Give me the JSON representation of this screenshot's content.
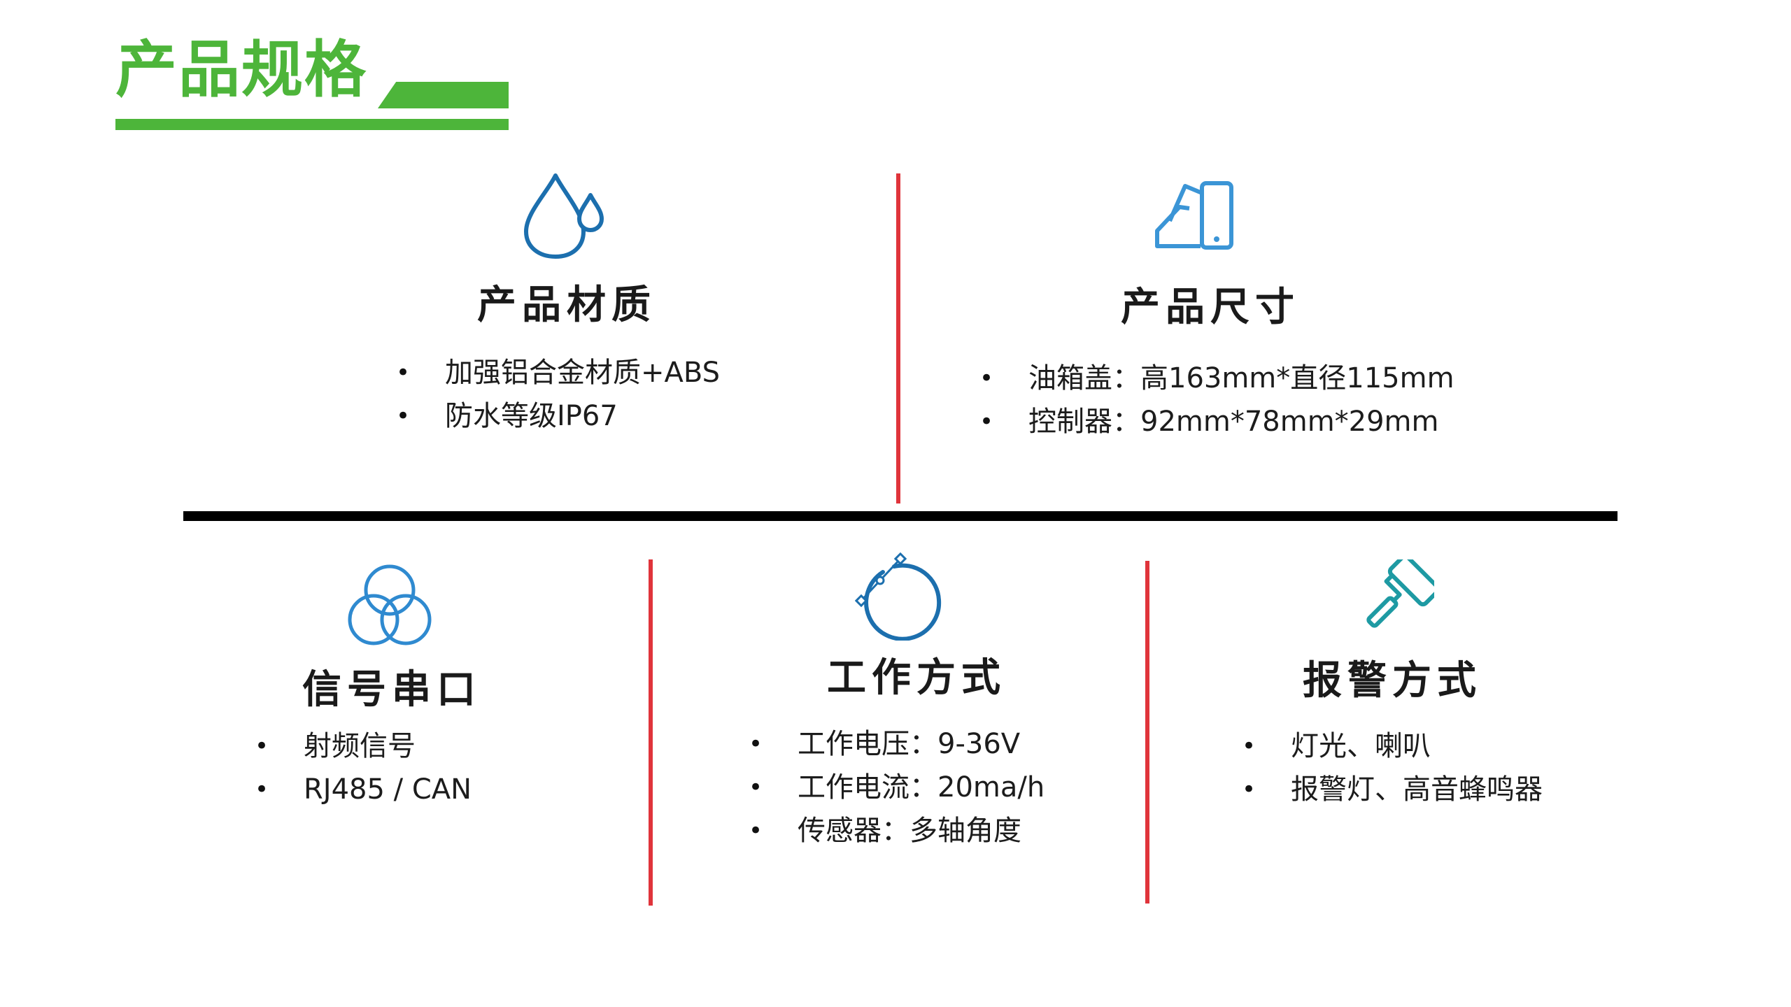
{
  "header": {
    "title": "产品规格"
  },
  "sections": {
    "material": {
      "title": "产品材质",
      "icon": "water-drop-icon",
      "items": [
        "加强铝合金材质+ABS",
        "防水等级IP67"
      ]
    },
    "size": {
      "title": "产品尺寸",
      "icon": "color-swatch-icon",
      "items": [
        "油箱盖：高163mm*直径115mm",
        "控制器：92mm*78mm*29mm"
      ]
    },
    "signal": {
      "title": "信号串口",
      "icon": "venn-circles-icon",
      "items": [
        "射频信号",
        "RJ485 / CAN"
      ]
    },
    "work": {
      "title": "工作方式",
      "icon": "bezier-arc-icon",
      "items": [
        "工作电压：9-36V",
        "工作电流：20ma/h",
        "传感器：多轴角度"
      ]
    },
    "alarm": {
      "title": "报警方式",
      "icon": "paint-roller-icon",
      "items": [
        "灯光、喇叭",
        "报警灯、高音蜂鸣器"
      ]
    }
  },
  "colors": {
    "accent": "#4db53a",
    "divider_red": "#e0343b",
    "icon_blue": "#1c6fae",
    "icon_light_blue": "#3b95d6",
    "icon_teal": "#1e9aa3"
  }
}
